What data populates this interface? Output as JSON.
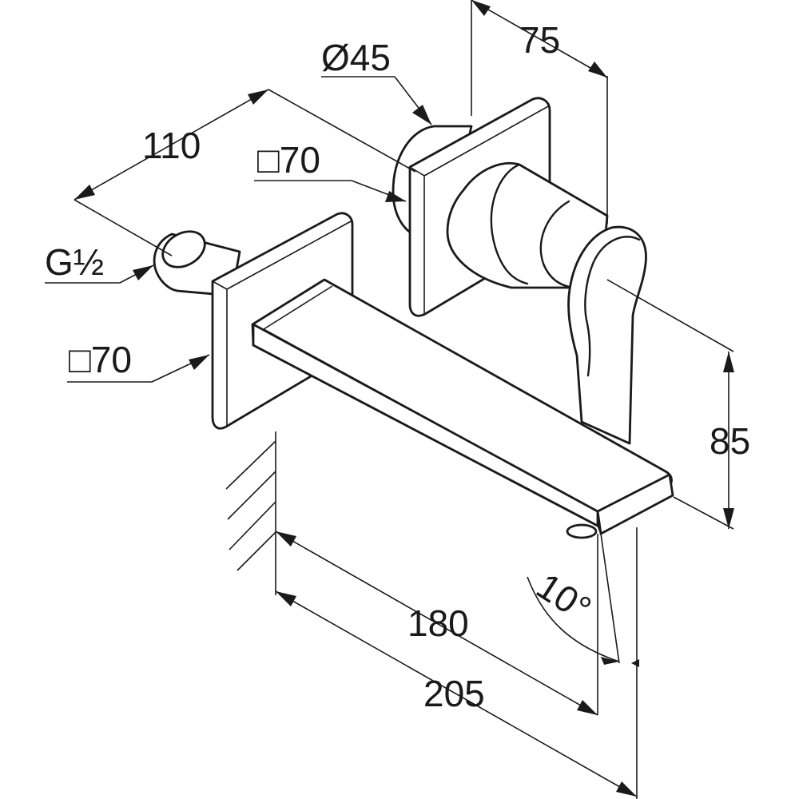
{
  "dimensions": {
    "width_75": "75",
    "diameter_45": "Ø45",
    "length_110": "110",
    "square_70_rear": "□70",
    "thread": "G½",
    "square_70_front": "□70",
    "height_85": "85",
    "angle_10": "10°",
    "length_180": "180",
    "length_205": "205"
  }
}
